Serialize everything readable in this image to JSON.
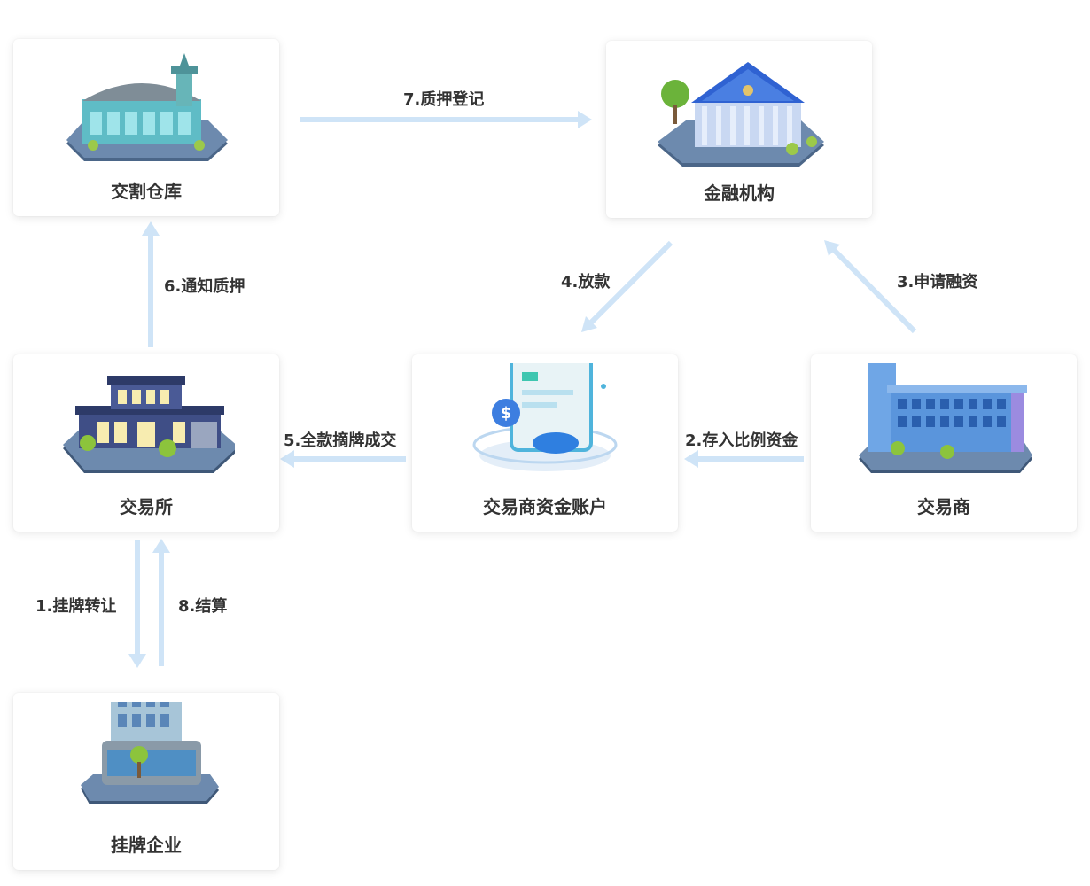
{
  "nodes": {
    "warehouse": "交割仓库",
    "bank": "金融机构",
    "exchange": "交易所",
    "account": "交易商资金账户",
    "trader": "交易商",
    "enterprise": "挂牌企业"
  },
  "steps": {
    "s1": "1.挂牌转让",
    "s2": "2.存入比例资金",
    "s3": "3.申请融资",
    "s4": "4.放款",
    "s5": "5.全款摘牌成交",
    "s6": "6.通知质押",
    "s7": "7.质押登记",
    "s8": "8.结算"
  },
  "colors": {
    "arrow": "#cfe4f7",
    "text": "#333333"
  }
}
